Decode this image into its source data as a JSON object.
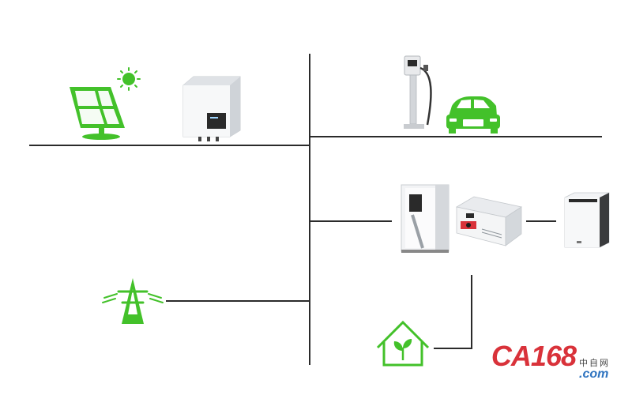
{
  "colors": {
    "accent_green": "#43c12a",
    "line": "#2b2b2b",
    "device_body": "#eef0f2",
    "watermark_red": "#d9323a",
    "watermark_blue": "#2f74c0"
  },
  "icons": {
    "solar": "solar-panel-icon",
    "sun": "sun-icon",
    "grid": "power-tower-icon",
    "home": "house-icon",
    "car": "electric-car-icon",
    "charger": "ev-charger-icon"
  },
  "watermark": {
    "brand_prefix": "CA",
    "brand_number": "168",
    "cn_text": "中自网",
    "domain": ".com"
  }
}
